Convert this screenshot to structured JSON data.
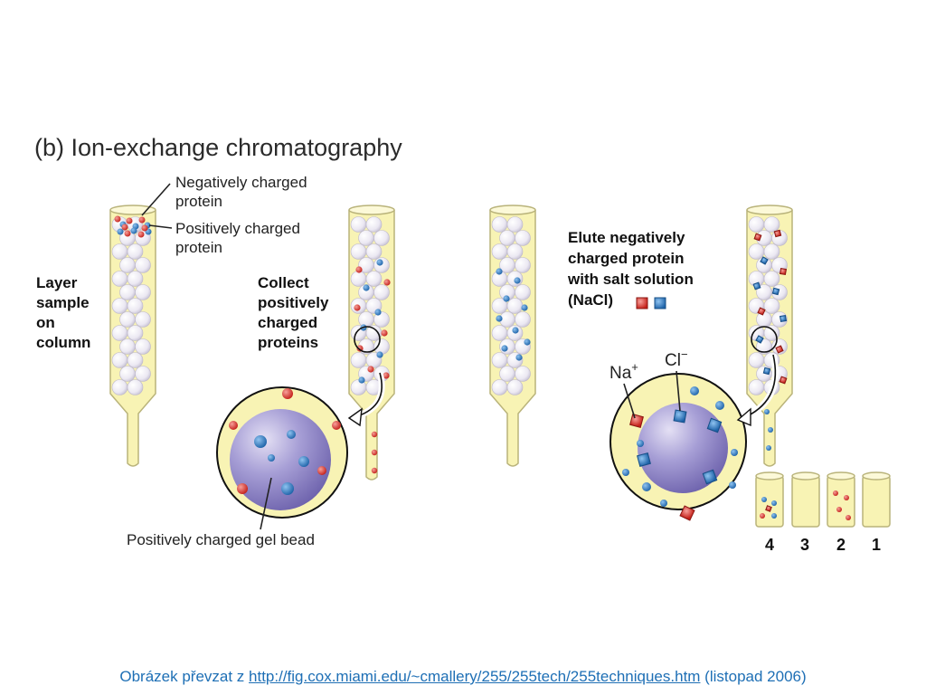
{
  "title": "(b) Ion-exchange chromatography",
  "labels": {
    "negative_protein": [
      "Negatively charged",
      "protein"
    ],
    "positive_protein": [
      "Positively charged",
      "protein"
    ],
    "layer_sample": [
      "Layer",
      "sample",
      "on",
      "column"
    ],
    "collect": [
      "Collect",
      "positively",
      "charged",
      "proteins"
    ],
    "gel_bead": "Positively charged gel bead",
    "elute": [
      "Elute negatively",
      "charged protein",
      "with salt solution",
      "(NaCl)"
    ],
    "na_ion": "Na",
    "na_sup": "+",
    "cl_ion": "Cl",
    "cl_sup": "−"
  },
  "tubes": [
    "4",
    "3",
    "2",
    "1"
  ],
  "caption": {
    "prefix": "Obrázek převzat z ",
    "link": "http://fig.cox.miami.edu/~cmallery/255/255tech/255techniques.htm",
    "suffix": " (listopad 2006)"
  },
  "colors": {
    "negative": "#2f7fc8",
    "positive": "#e0342b",
    "column_fill": "#f8f3b4",
    "bead_fill": "#ece9f3",
    "gel_bead": "#8a7fc4",
    "caption": "#1e6fb5"
  }
}
